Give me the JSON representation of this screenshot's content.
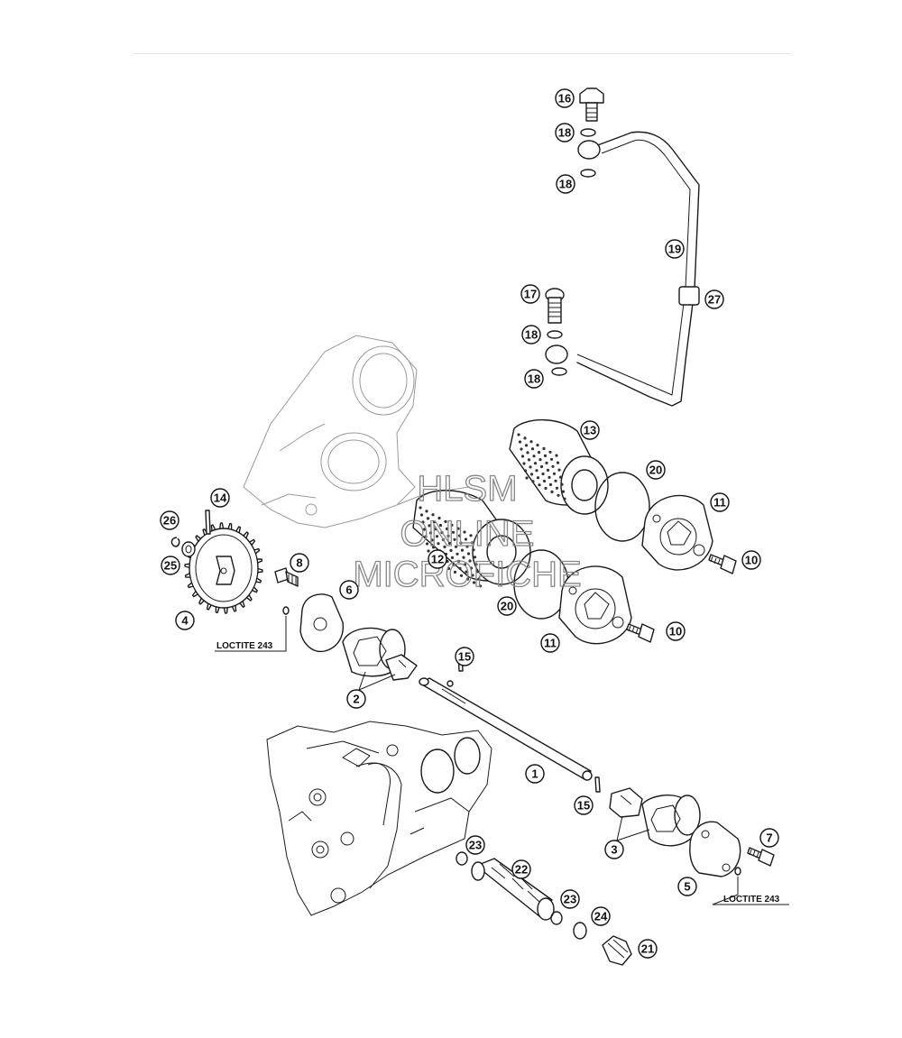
{
  "watermark": {
    "line1": "HLSM",
    "line2": "ONLINE",
    "line3": "MICROFICHE"
  },
  "loctite_labels": [
    "LOCTITE 243",
    "LOCTITE 243"
  ],
  "callouts": [
    "16",
    "18",
    "18",
    "19",
    "27",
    "17",
    "18",
    "18",
    "13",
    "20",
    "11",
    "10",
    "12",
    "20",
    "11",
    "10",
    "14",
    "26",
    "25",
    "4",
    "8",
    "6",
    "2",
    "15",
    "1",
    "15",
    "3",
    "7",
    "5",
    "23",
    "22",
    "23",
    "24",
    "21"
  ]
}
